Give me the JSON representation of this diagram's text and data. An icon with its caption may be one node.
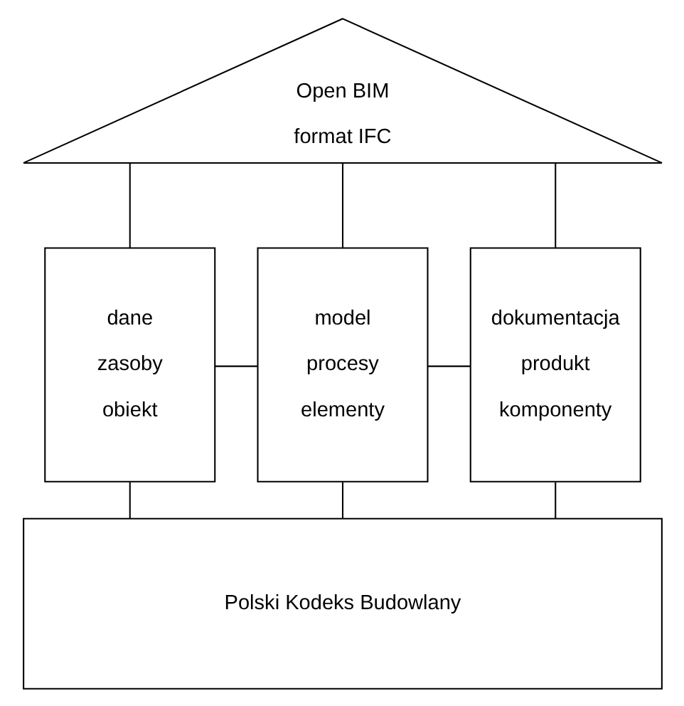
{
  "diagram": {
    "nodes": [
      {
        "text": [
          "Open BIM",
          "format IFC"
        ]
      },
      {
        "text": [
          "dane",
          "zasoby",
          "obiekt"
        ]
      },
      {
        "text": [
          "model",
          "procesy",
          "elementy"
        ]
      },
      {
        "text": [
          "dokumentacja",
          "produkt",
          "komponenty"
        ]
      },
      {
        "text": [
          "Polski Kodeks Budowlany"
        ]
      }
    ],
    "edges": [
      {
        "from": 0,
        "to": 1,
        "arrow": "none"
      },
      {
        "from": 0,
        "to": 2,
        "arrow": "none"
      },
      {
        "from": 0,
        "to": 3,
        "arrow": "none"
      },
      {
        "from": 1,
        "to": 2,
        "arrow": "none"
      },
      {
        "from": 2,
        "to": 3,
        "arrow": "none"
      },
      {
        "from": 1,
        "to": 4,
        "arrow": "none"
      },
      {
        "from": 2,
        "to": 4,
        "arrow": "none"
      },
      {
        "from": 3,
        "to": 4,
        "arrow": "none"
      }
    ]
  }
}
